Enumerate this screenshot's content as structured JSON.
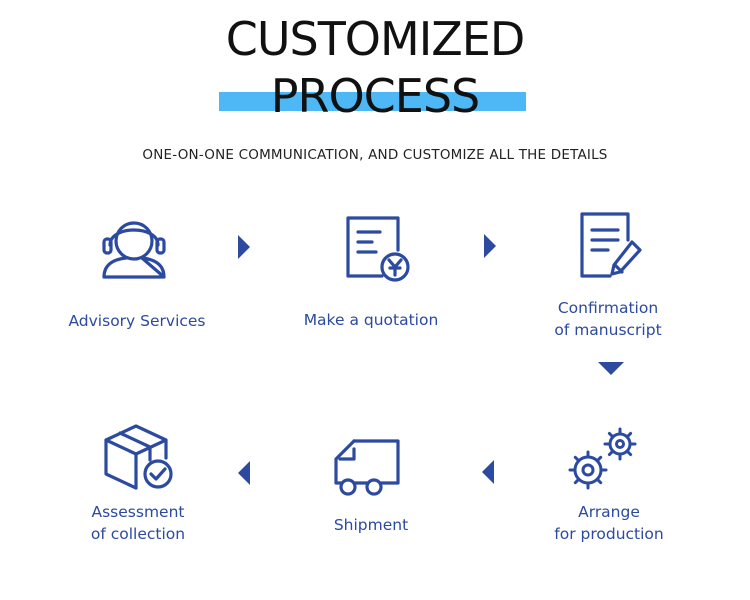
{
  "header": {
    "title_line1": "CUSTOMIZED",
    "title_line2": "PROCESS",
    "subtitle": "ONE-ON-ONE COMMUNICATION, AND CUSTOMIZE ALL THE DETAILS",
    "accent_color": "#4db8f5"
  },
  "theme": {
    "icon_color": "#2b4aa0",
    "text_color": "#2b4aa0"
  },
  "steps": [
    {
      "icon": "headset-user-icon",
      "line1": "Advisory Services",
      "line2": ""
    },
    {
      "icon": "quotation-yen-icon",
      "line1": "Make a quotation",
      "line2": ""
    },
    {
      "icon": "document-pen-icon",
      "line1": "Confirmation",
      "line2": "of manuscript"
    },
    {
      "icon": "gears-icon",
      "line1": "Arrange",
      "line2": "for production"
    },
    {
      "icon": "truck-icon",
      "line1": "Shipment",
      "line2": ""
    },
    {
      "icon": "box-check-icon",
      "line1": "Assessment",
      "line2": "of collection"
    }
  ]
}
